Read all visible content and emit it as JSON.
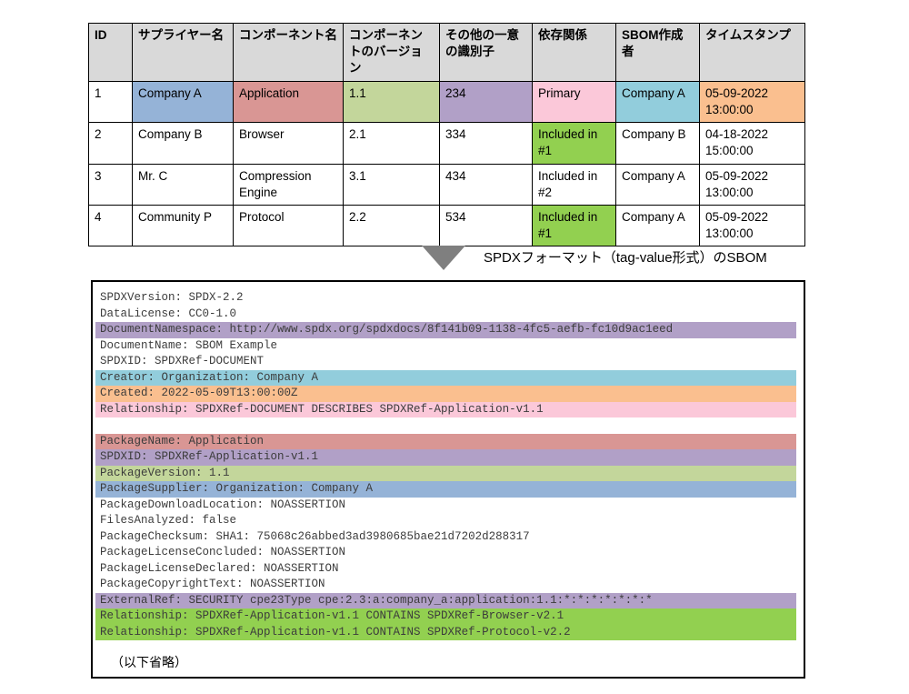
{
  "colors": {
    "header_bg": "#d9d9d9",
    "blue": "#95b3d7",
    "red": "#d99694",
    "light_green": "#c3d69b",
    "purple": "#b1a0c7",
    "pink": "#fbc8d9",
    "cyan": "#92cddc",
    "orange": "#fabf8f",
    "bright_green": "#92d050",
    "arrow_gray": "#7f7f7f"
  },
  "table": {
    "columns": [
      "ID",
      "サプライヤー名",
      "コンポーネント名",
      "コンポーネントのバージョン",
      "その他の一意の識別子",
      "依存関係",
      "SBOM作成者",
      "タイムスタンプ"
    ],
    "rows": [
      {
        "cells": [
          {
            "text": "1",
            "color": null
          },
          {
            "text": "Company A",
            "color": "blue"
          },
          {
            "text": "Application",
            "color": "red"
          },
          {
            "text": "1.1",
            "color": "light_green"
          },
          {
            "text": "234",
            "color": "purple"
          },
          {
            "text": "Primary",
            "color": "pink"
          },
          {
            "text": "Company A",
            "color": "cyan"
          },
          {
            "text": "05-09-2022 13:00:00",
            "color": "orange"
          }
        ]
      },
      {
        "cells": [
          {
            "text": "2",
            "color": null
          },
          {
            "text": "Company B",
            "color": null
          },
          {
            "text": "Browser",
            "color": null
          },
          {
            "text": "2.1",
            "color": null
          },
          {
            "text": "334",
            "color": null
          },
          {
            "text": "Included in #1",
            "color": "bright_green"
          },
          {
            "text": "Company B",
            "color": null
          },
          {
            "text": "04-18-2022 15:00:00",
            "color": null
          }
        ]
      },
      {
        "cells": [
          {
            "text": "3",
            "color": null
          },
          {
            "text": "Mr. C",
            "color": null
          },
          {
            "text": "Compression Engine",
            "color": null
          },
          {
            "text": "3.1",
            "color": null
          },
          {
            "text": "434",
            "color": null
          },
          {
            "text": "Included in #2",
            "color": null
          },
          {
            "text": "Company A",
            "color": null
          },
          {
            "text": "05-09-2022 13:00:00",
            "color": null
          }
        ]
      },
      {
        "cells": [
          {
            "text": "4",
            "color": null
          },
          {
            "text": "Community P",
            "color": null
          },
          {
            "text": "Protocol",
            "color": null
          },
          {
            "text": "2.2",
            "color": null
          },
          {
            "text": "534",
            "color": null
          },
          {
            "text": "Included in #1",
            "color": "bright_green"
          },
          {
            "text": "Company A",
            "color": null
          },
          {
            "text": "05-09-2022 13:00:00",
            "color": null
          }
        ]
      }
    ]
  },
  "arrow": {
    "label": "SPDXフォーマット（tag-value形式）のSBOM"
  },
  "sbom": {
    "lines": [
      {
        "text": "SPDXVersion: SPDX-2.2",
        "color": null
      },
      {
        "text": "DataLicense: CC0-1.0",
        "color": null
      },
      {
        "text": "DocumentNamespace: http://www.spdx.org/spdxdocs/8f141b09-1138-4fc5-aefb-fc10d9ac1eed",
        "color": "purple"
      },
      {
        "text": "DocumentName: SBOM Example",
        "color": null
      },
      {
        "text": "SPDXID: SPDXRef-DOCUMENT",
        "color": null
      },
      {
        "text": "Creator: Organization: Company A",
        "color": "cyan"
      },
      {
        "text": "Created: 2022-05-09T13:00:00Z",
        "color": "orange"
      },
      {
        "text": "Relationship: SPDXRef-DOCUMENT DESCRIBES SPDXRef-Application-v1.1",
        "color": "pink"
      },
      {
        "text": "",
        "color": null
      },
      {
        "text": "PackageName: Application",
        "color": "red"
      },
      {
        "text": "SPDXID: SPDXRef-Application-v1.1",
        "color": "purple"
      },
      {
        "text": "PackageVersion: 1.1",
        "color": "light_green"
      },
      {
        "text": "PackageSupplier: Organization: Company A",
        "color": "blue"
      },
      {
        "text": "PackageDownloadLocation: NOASSERTION",
        "color": null
      },
      {
        "text": "FilesAnalyzed: false",
        "color": null
      },
      {
        "text": "PackageChecksum: SHA1: 75068c26abbed3ad3980685bae21d7202d288317",
        "color": null
      },
      {
        "text": "PackageLicenseConcluded: NOASSERTION",
        "color": null
      },
      {
        "text": "PackageLicenseDeclared: NOASSERTION",
        "color": null
      },
      {
        "text": "PackageCopyrightText: NOASSERTION",
        "color": null
      },
      {
        "text": "ExternalRef: SECURITY cpe23Type cpe:2.3:a:company_a:application:1.1:*:*:*:*:*:*:*",
        "color": "purple"
      },
      {
        "text": "Relationship: SPDXRef-Application-v1.1 CONTAINS SPDXRef-Browser-v2.1",
        "color": "bright_green"
      },
      {
        "text": "Relationship: SPDXRef-Application-v1.1 CONTAINS SPDXRef-Protocol-v2.2",
        "color": "bright_green"
      }
    ],
    "footnote": "（以下省略）"
  }
}
